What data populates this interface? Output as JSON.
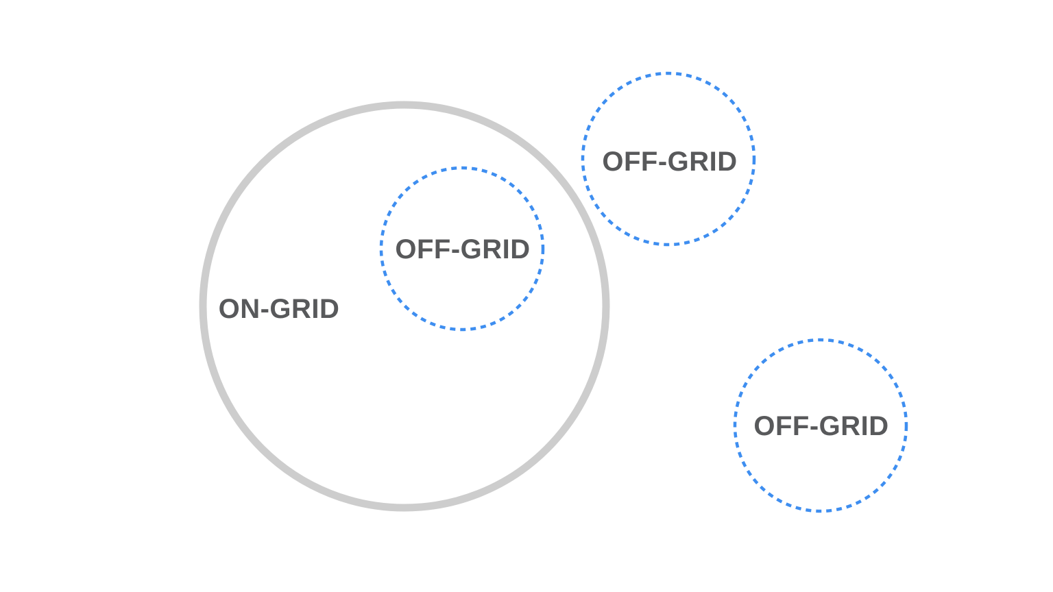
{
  "diagram": {
    "description": "Venn diagram of grid connectivity: one solid gray ON-GRID set containing one dashed OFF-GRID subset, plus two separate dashed OFF-GRID sets outside",
    "colors": {
      "background": "#ffffff",
      "on_grid_stroke": "#cdcdcd",
      "off_grid_stroke": "#3e8ef0",
      "label_text": "#58595b"
    },
    "circles": [
      {
        "label": "ON-GRID",
        "style": "solid",
        "relation": "container"
      },
      {
        "label": "OFF-GRID",
        "style": "dashed",
        "relation": "inside-on-grid"
      },
      {
        "label": "OFF-GRID",
        "style": "dashed",
        "relation": "outside-top-right"
      },
      {
        "label": "OFF-GRID",
        "style": "dashed",
        "relation": "outside-bottom-right"
      }
    ]
  }
}
